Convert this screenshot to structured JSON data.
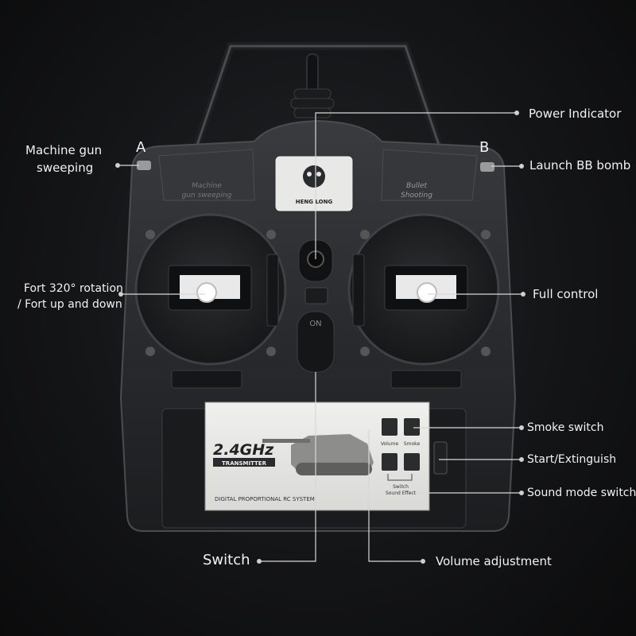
{
  "controller": {
    "brand": "HENG LONG",
    "left_button_top": "Machine",
    "left_button_bottom": "gun sweeping",
    "right_button_top": "Bullet",
    "right_button_bottom": "Shooting",
    "power_switch": "ON",
    "panel_title": "2.4GHz",
    "panel_subtitle": "TRANSMITTER",
    "panel_footer": "DIGITAL PROPORTIONAL RC SYSTEM",
    "btn_volume": "Volume",
    "btn_smoke": "Smoke",
    "switch_line1": "Switch",
    "switch_line2": "Sound Effect"
  },
  "labels": {
    "machine_gun_line1": "Machine gun",
    "machine_gun_line2": "sweeping",
    "marker_a": "A",
    "marker_b": "B",
    "power_indicator": "Power Indicator",
    "launch_bb": "Launch BB bomb",
    "fort_line1": "Fort 320° rotation",
    "fort_line2": "/ Fort up and down",
    "full_control": "Full control",
    "smoke_switch": "Smoke switch",
    "start_extinguish": "Start/Extinguish",
    "sound_mode": "Sound mode switching",
    "switch": "Switch",
    "volume_adjustment": "Volume adjustment"
  },
  "colors": {
    "background": "#141517",
    "body": "#2a2b2e",
    "panel": "#e6e6e3",
    "leader": "#d8d8d8",
    "text": "#f2f2f2"
  }
}
